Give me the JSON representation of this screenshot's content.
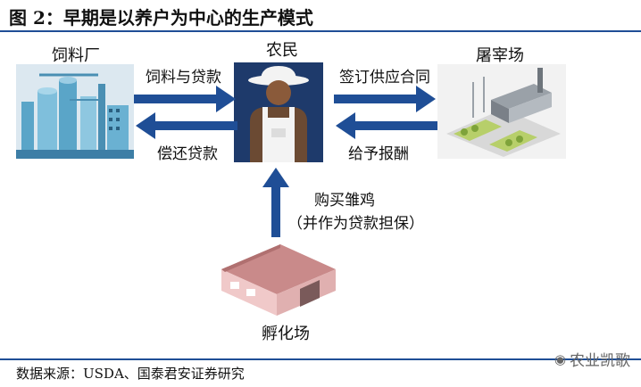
{
  "title": "图 2：早期是以养户为中心的生产模式",
  "nodes": {
    "feed_mill": "饲料厂",
    "farmer": "农民",
    "slaughterhouse": "屠宰场",
    "hatchery": "孵化场"
  },
  "edges": {
    "feed_and_loans": "饲料与贷款",
    "repay_loans": "偿还贷款",
    "sign_contract": "签订供应合同",
    "pay_reward": "给予报酬",
    "buy_chicks": "购买雏鸡",
    "as_collateral": "（并作为贷款担保）"
  },
  "source": "数据来源：USDA、国泰君安证券研究",
  "watermark": "农业凯歌",
  "colors": {
    "arrow": "#1f4e96",
    "rule": "#1f4e96",
    "farmer_bg": "#1e3a6b"
  }
}
